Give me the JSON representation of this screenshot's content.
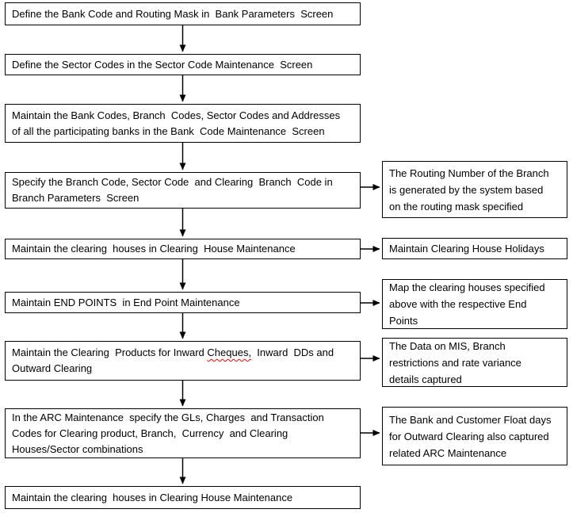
{
  "flow": {
    "left_boxes": [
      {
        "id": "bank-parameters",
        "text": "Define the Bank Code and Routing Mask in  Bank Parameters  Screen"
      },
      {
        "id": "sector-codes",
        "text": "Define the Sector Codes in the Sector Code Maintenance  Screen"
      },
      {
        "id": "bank-code-maintenance",
        "text": "Maintain the Bank Codes, Branch  Codes, Sector Codes and Addresses\nof all the participating banks in the Bank  Code Maintenance  Screen"
      },
      {
        "id": "branch-parameters",
        "text": "Specify the Branch Code, Sector Code  and Clearing  Branch  Code in\nBranch Parameters  Screen"
      },
      {
        "id": "clearing-houses",
        "text": "Maintain the clearing  houses in Clearing  House Maintenance"
      },
      {
        "id": "end-points",
        "text": "Maintain END POINTS  in End Point Maintenance"
      },
      {
        "id": "clearing-products",
        "text_pre": "Maintain the Clearing  Products for Inward ",
        "text_misspelled": "Cheques,",
        "text_post": "  Inward  DDs and\nOutward Clearing"
      },
      {
        "id": "arc-maintenance",
        "text": "In the ARC Maintenance  specify the GLs, Charges  and Transaction\nCodes for Clearing product, Branch,  Currency  and Clearing\nHouses/Sector combinations"
      },
      {
        "id": "clearing-houses-2",
        "text": "Maintain the clearing  houses in Clearing House Maintenance"
      }
    ],
    "right_boxes": [
      {
        "id": "routing-number-note",
        "text": "The Routing Number of the Branch\nis generated by the system based\non the routing mask specified"
      },
      {
        "id": "house-holidays-note",
        "text": "Maintain Clearing House Holidays"
      },
      {
        "id": "map-end-points-note",
        "text": "Map the clearing houses specified\nabove with the respective End\nPoints"
      },
      {
        "id": "mis-data-note",
        "text": "The Data on MIS, Branch\nrestrictions and rate variance\ndetails captured"
      },
      {
        "id": "float-days-note",
        "text": "The Bank and Customer Float days\nfor Outward Clearing also captured\nrelated ARC Maintenance"
      }
    ],
    "colors": {
      "border": "#000000",
      "background": "#ffffff",
      "text": "#000000",
      "spellcheck_underline": "#ff0000",
      "arrow": "#000000"
    }
  }
}
